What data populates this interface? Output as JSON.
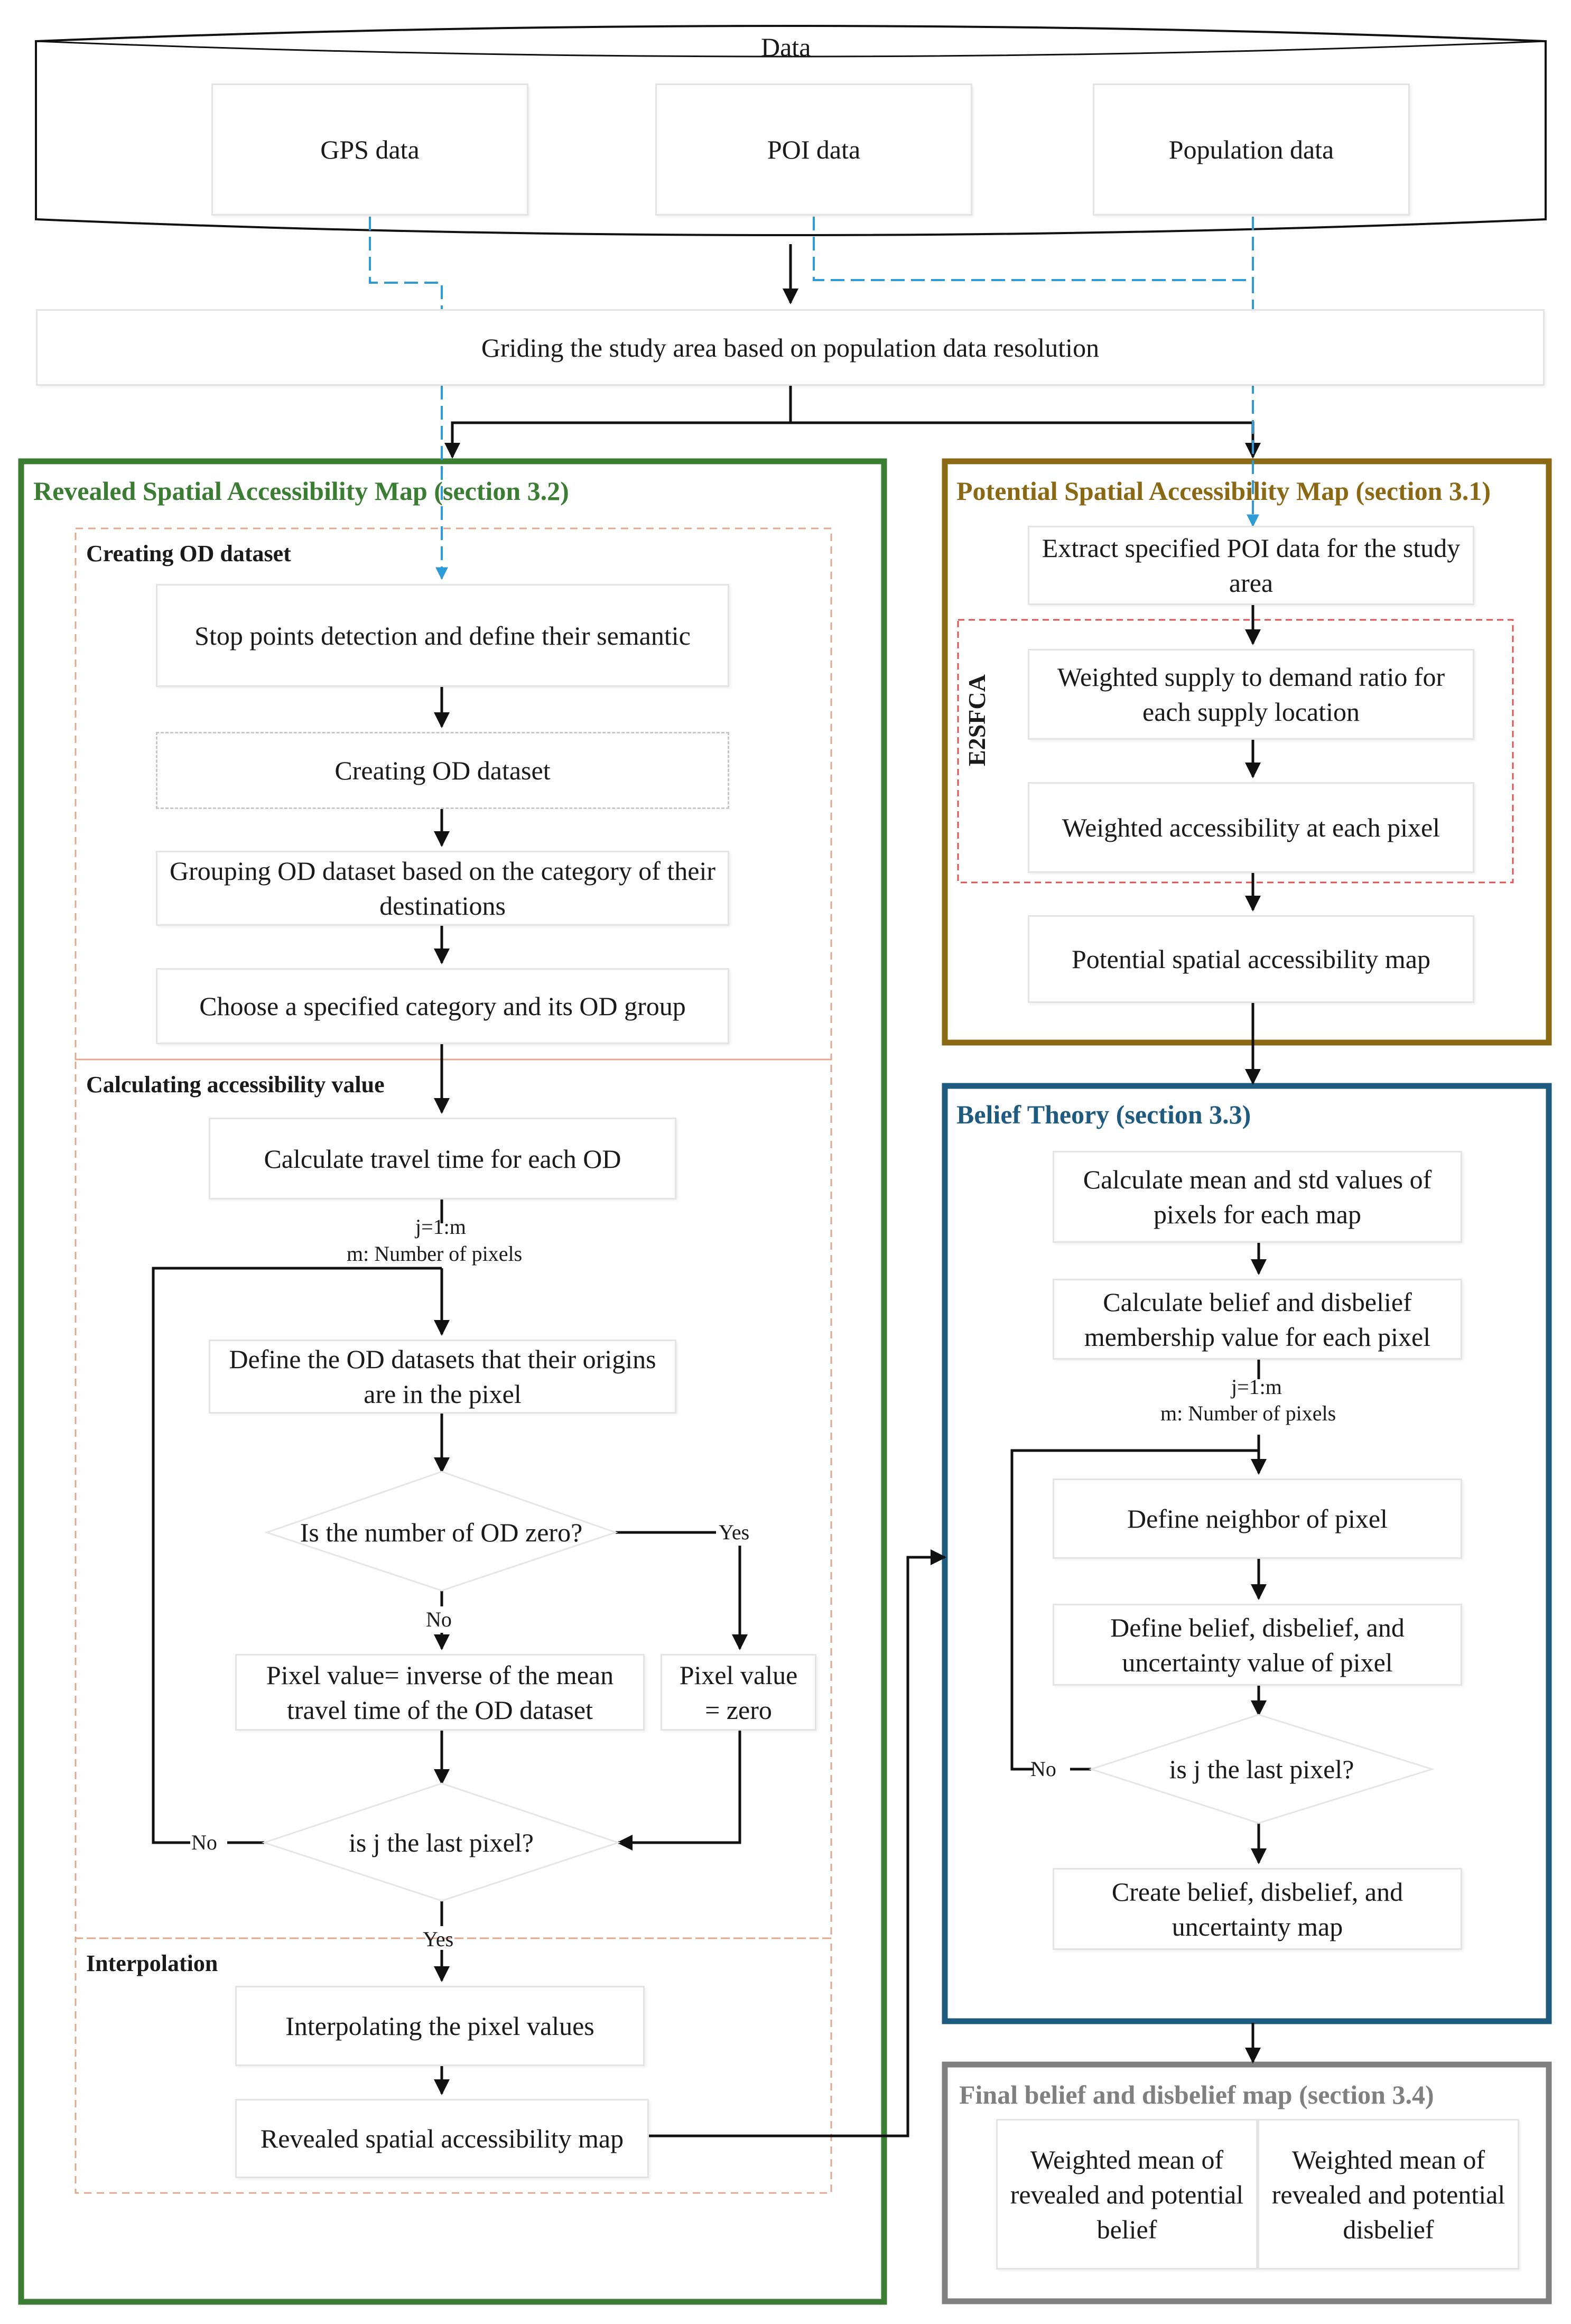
{
  "data_store": {
    "title": "Data",
    "gps": "GPS data",
    "poi": "POI data",
    "population": "Population data"
  },
  "griding": "Griding the study area based on population data resolution",
  "revealed": {
    "title": "Revealed Spatial Accessibility Map (section 3.2)",
    "creating_od": {
      "title": "Creating OD dataset",
      "steps": [
        "Stop points detection and define their semantic",
        "Creating OD dataset",
        "Grouping OD dataset based on the category of their destinations",
        "Choose a specified category and its OD group"
      ]
    },
    "calculating": {
      "title": "Calculating accessibility value",
      "travel_time": "Calculate travel time for each OD",
      "loop_label_1": "j=1:m",
      "loop_label_2": "m: Number of pixels",
      "define_od": "Define the OD datasets that their origins are in the pixel",
      "decision": "Is the number of OD zero?",
      "yes": "Yes",
      "no": "No",
      "pixel_inverse": "Pixel value= inverse of the mean travel time of the OD dataset",
      "pixel_zero": "Pixel value = zero",
      "last_pixel": "is j the last pixel?",
      "no_loop": "No",
      "yes_exit": "Yes"
    },
    "interpolation": {
      "title": "Interpolation",
      "interpolating": "Interpolating the pixel values",
      "revealed_map": "Revealed spatial accessibility map"
    }
  },
  "potential": {
    "title": "Potential Spatial Accessibility Map (section 3.1)",
    "extract": "Extract specified POI data for the study area",
    "e2sfca": "E2SFCA",
    "weighted_supply": "Weighted supply to demand ratio for each supply location",
    "weighted_access": "Weighted accessibility at each pixel",
    "potential_map": "Potential spatial accessibility map"
  },
  "belief": {
    "title": "Belief Theory (section 3.3)",
    "mean_std": "Calculate mean and std values of pixels for each map",
    "membership": "Calculate belief and disbelief membership value for each pixel",
    "loop_label_1": "j=1:m",
    "loop_label_2": "m: Number of pixels",
    "neighbor": "Define neighbor of pixel",
    "define_values": "Define belief, disbelief, and uncertainty value of pixel",
    "last_pixel": "is j the last pixel?",
    "no": "No",
    "create_map": "Create belief, disbelief, and uncertainty map"
  },
  "final": {
    "title": "Final belief and disbelief map (section 3.4)",
    "belief": "Weighted mean of revealed and potential belief",
    "disbelief": "Weighted mean of revealed and potential disbelief"
  },
  "colors": {
    "revealed_border": "#3a7d33",
    "potential_border": "#8b6914",
    "belief_border": "#1f5a80",
    "final_border": "#808080",
    "section_dashed": "#e0a98f",
    "e2sfca_dashed": "#d9534f",
    "gps_arrow": "#2e9bd6"
  }
}
